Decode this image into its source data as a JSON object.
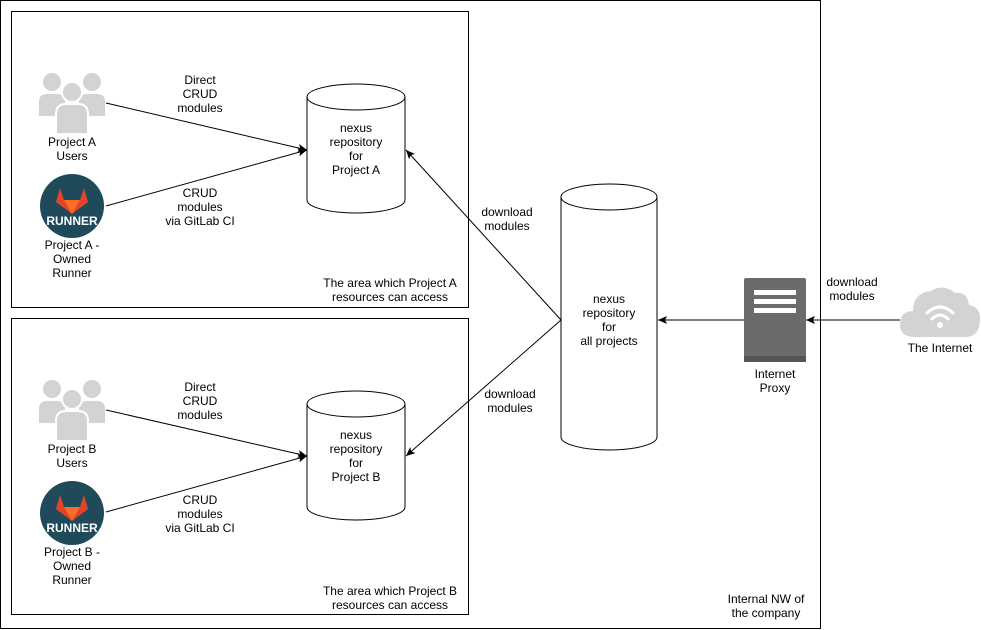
{
  "internal_network": {
    "label": "Internal NW of\nthe company"
  },
  "project_a": {
    "area_label": "The area which Project A\nresources can access",
    "users_label": "Project A\nUsers",
    "runner_label": "Project A -\nOwned\nRunner",
    "runner_badge": "RUNNER",
    "repo_label": "nexus\nrepository\nfor\nProject A",
    "edge_direct": "Direct\nCRUD\nmodules",
    "edge_ci": "CRUD\nmodules\nvia GitLab CI"
  },
  "project_b": {
    "area_label": "The area which Project B\nresources can access",
    "users_label": "Project B\nUsers",
    "runner_label": "Project B -\nOwned\nRunner",
    "runner_badge": "RUNNER",
    "repo_label": "nexus\nrepository\nfor\nProject B",
    "edge_direct": "Direct\nCRUD\nmodules",
    "edge_ci": "CRUD\nmodules\nvia GitLab CI"
  },
  "central_repo": {
    "label": "nexus\nrepository\nfor\nall projects"
  },
  "edges": {
    "download_to_a": "download\nmodules",
    "download_to_b": "download\nmodules",
    "download_from_internet": "download\nmodules"
  },
  "proxy": {
    "label": "Internet\nProxy"
  },
  "internet": {
    "label": "The Internet"
  },
  "colors": {
    "user_icon": "#d3d3d3",
    "runner_bg": "#1e4a5a",
    "runner_fox": "#e24329",
    "proxy_body": "#6b6b6b",
    "cloud": "#d3d3d3"
  },
  "icons": {
    "users": "users-group-icon",
    "runner": "gitlab-runner-icon",
    "proxy": "server-icon",
    "internet": "wifi-cloud-icon"
  }
}
